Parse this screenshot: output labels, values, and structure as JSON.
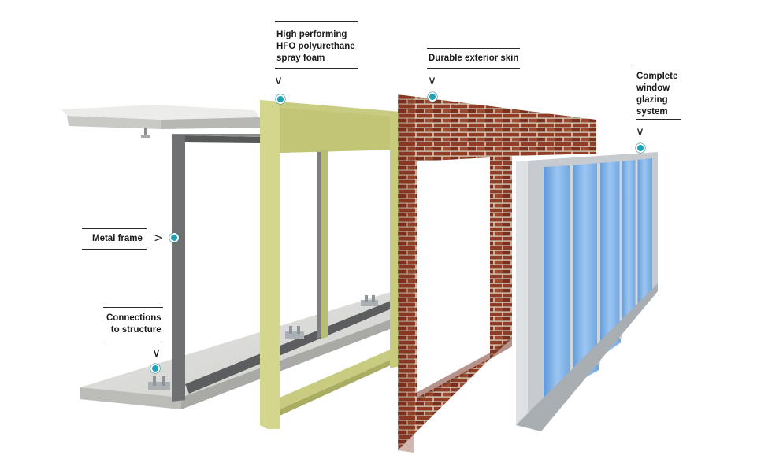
{
  "colors": {
    "accent_dot": "#1ea3b6",
    "concrete": "#d9d9d6",
    "metal": "#6b6d6e",
    "foam": "#c8cd7f",
    "brick": "#8e3e27",
    "mortar": "#d6cdc0",
    "glass": "#7fb3e8",
    "glazing_frame": "#c3c7cc"
  },
  "labels": {
    "foam": "High performing\nHFO polyurethane\nspray foam",
    "skin": "Durable exterior skin",
    "glazing": "Complete\nwindow\nglazing\nsystem",
    "metal": "Metal frame",
    "connections": "Connections\nto structure"
  },
  "icons": {
    "chevron_down": "chevron-down-icon",
    "chevron_right": "chevron-right-icon",
    "marker": "callout-dot-icon"
  }
}
